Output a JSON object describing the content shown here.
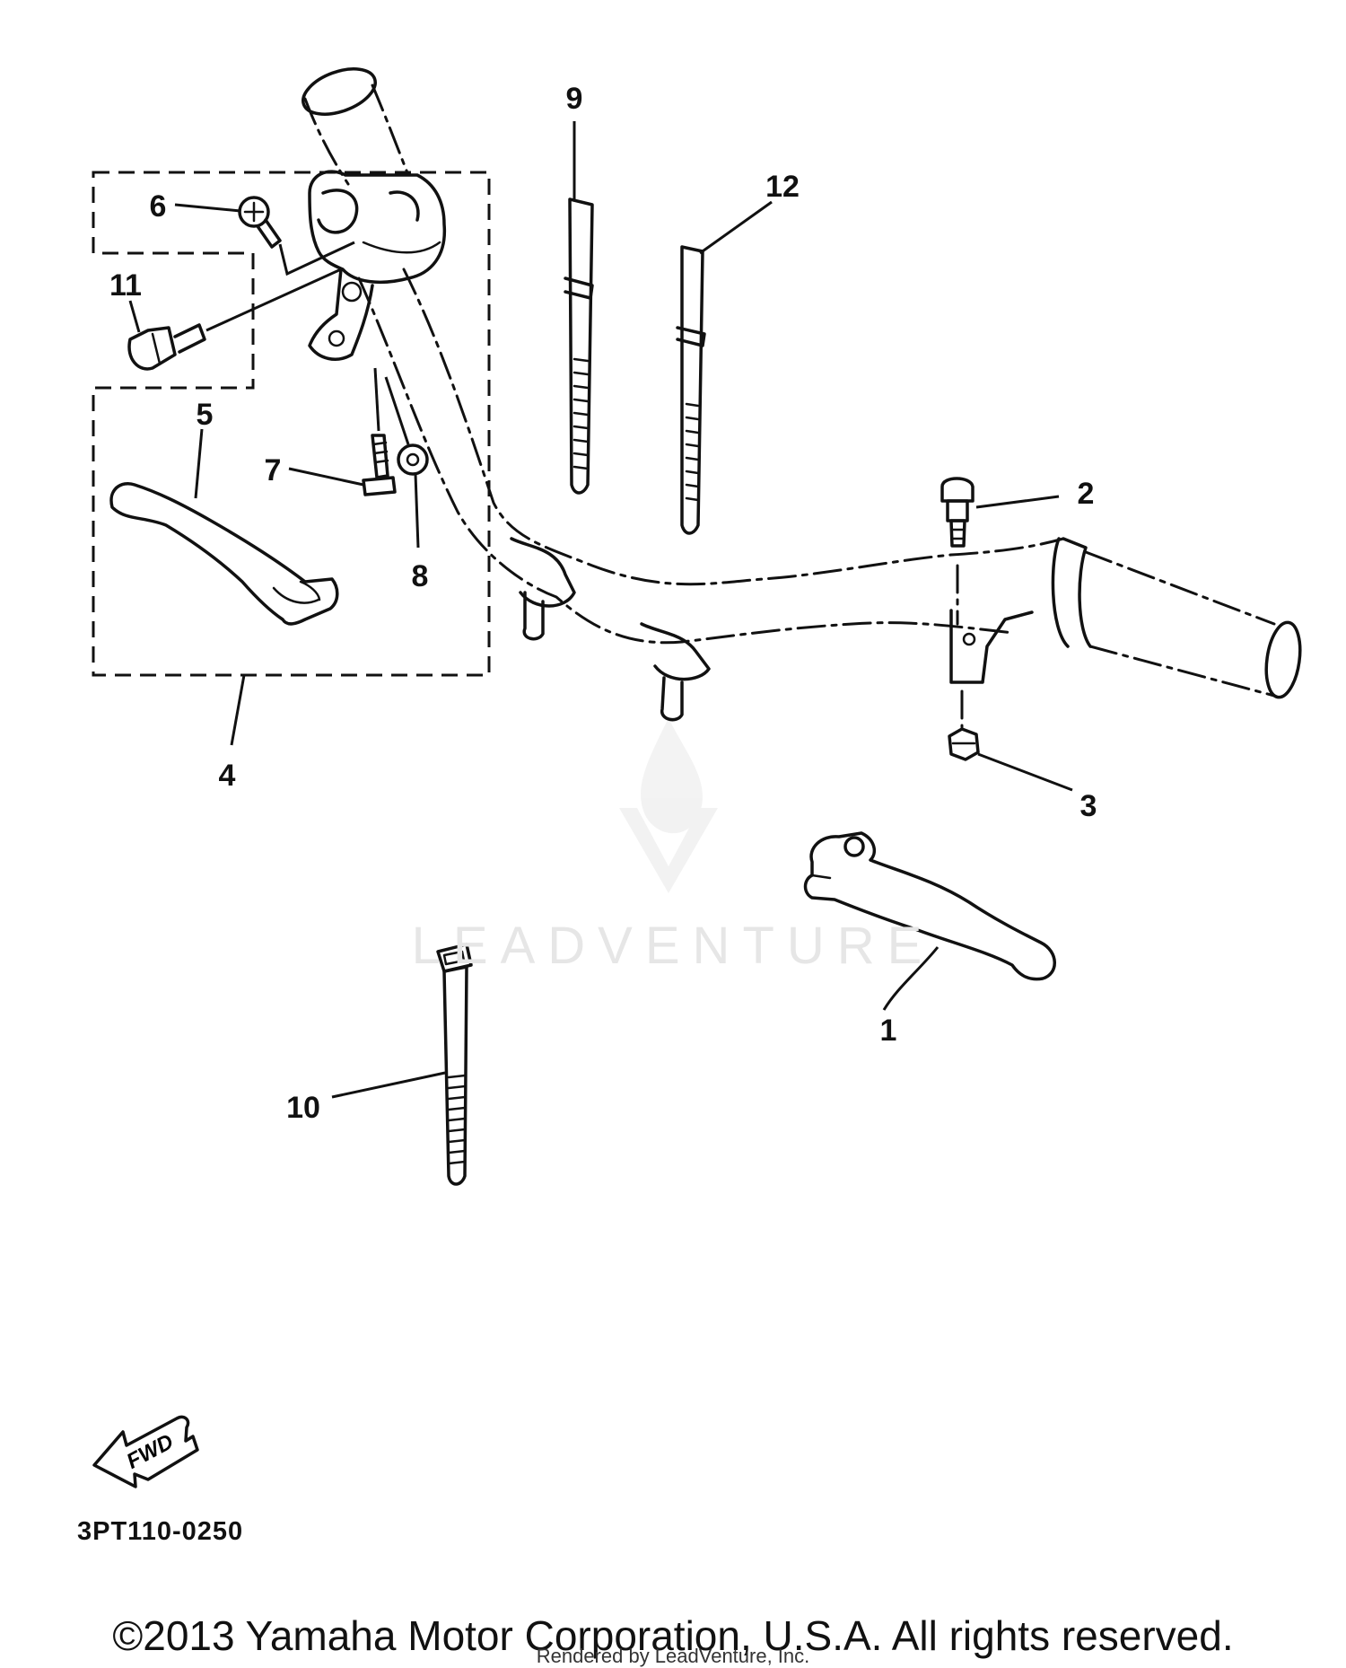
{
  "diagram": {
    "callouts": [
      "1",
      "2",
      "3",
      "4",
      "5",
      "6",
      "7",
      "8",
      "9",
      "10",
      "11",
      "12"
    ],
    "fwd_label": "FWD",
    "part_code": "3PT110-0250",
    "watermark": "LEADVENTURE",
    "copyright": "©2013 Yamaha Motor Corporation, U.S.A. All rights reserved.",
    "rendered_by": "Rendered by LeadVenture, Inc."
  }
}
